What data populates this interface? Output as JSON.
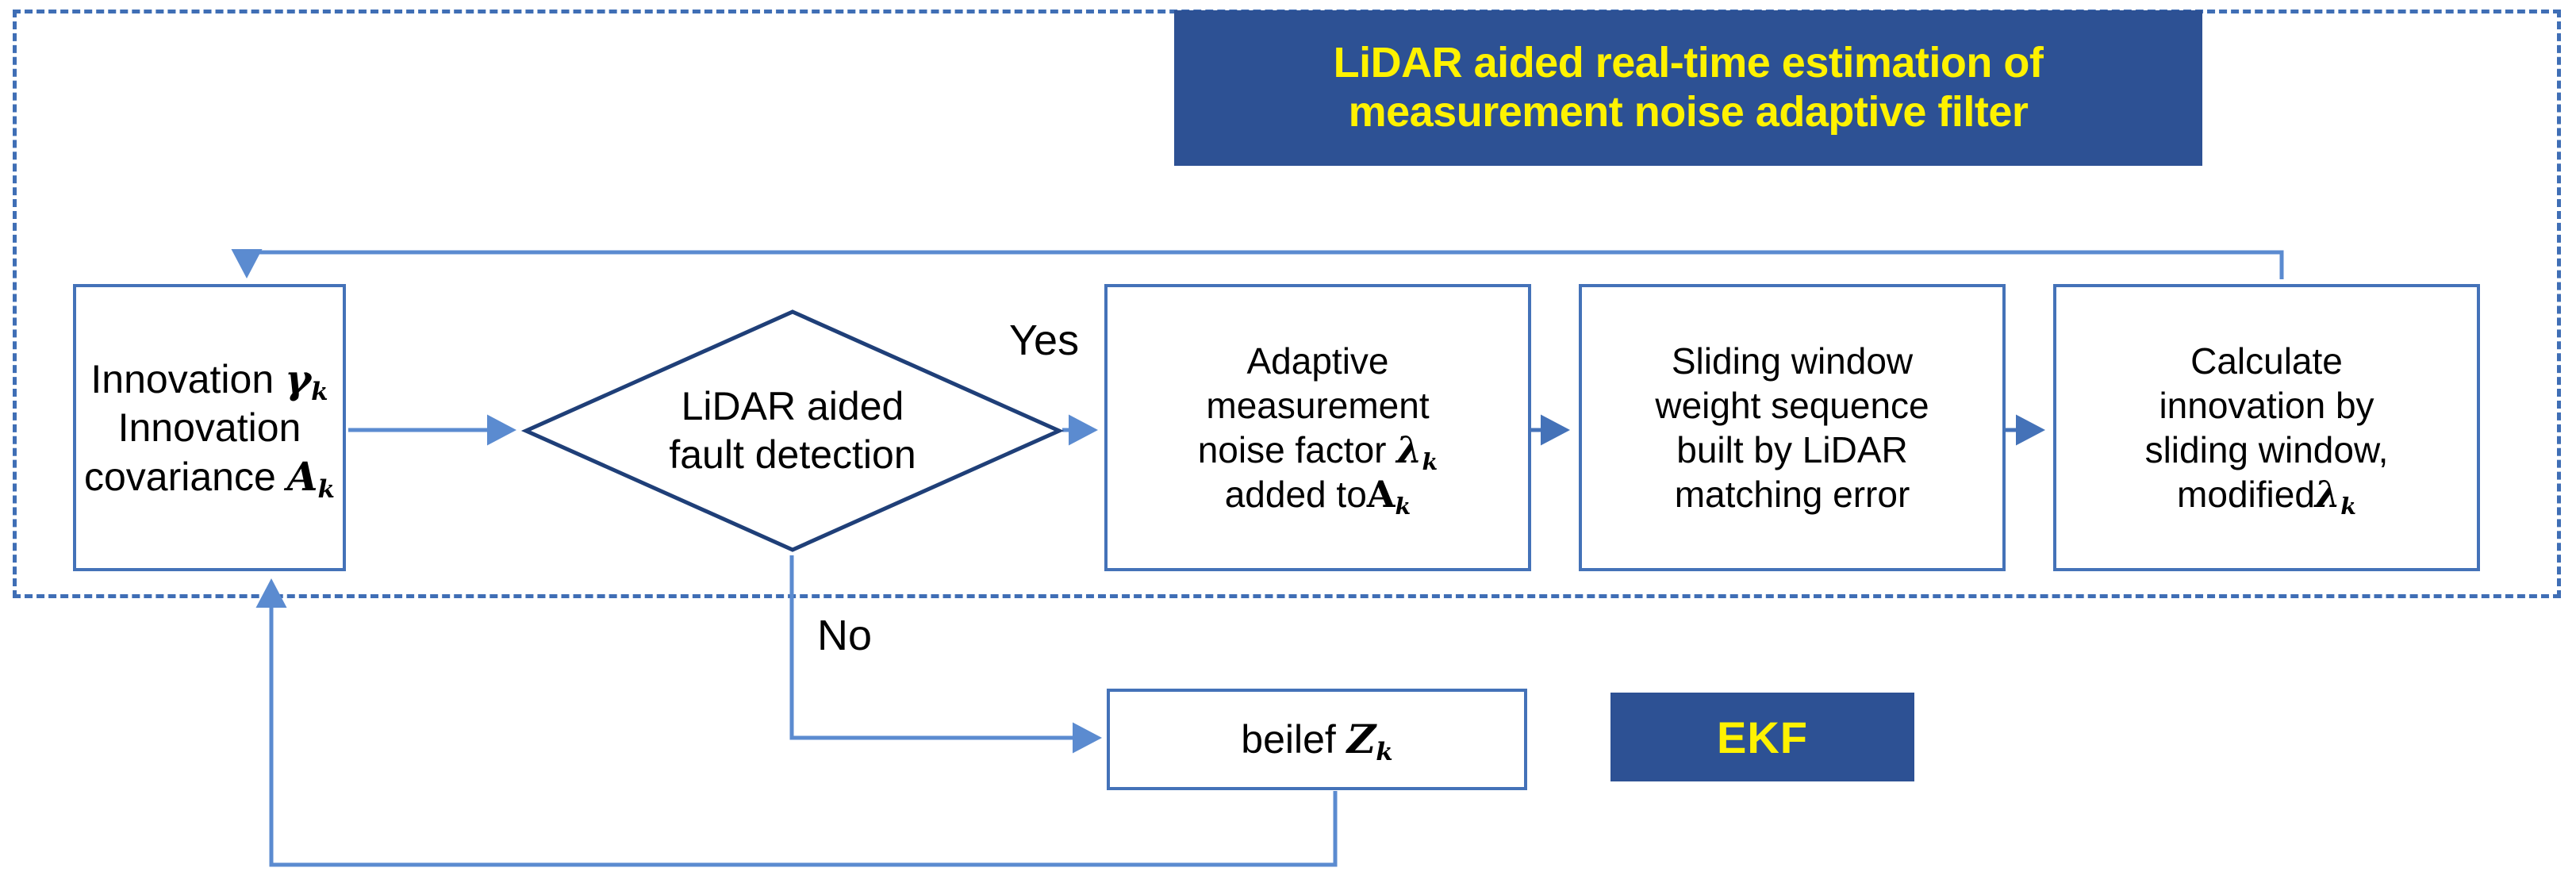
{
  "title_banner": {
    "line1": "LiDAR aided real-time estimation of",
    "line2": "measurement noise adaptive filter",
    "text": "LiDAR aided real-time estimation of\nmeasurement noise adaptive filter",
    "bg_color": "#2D5194",
    "text_color": "#FFF200"
  },
  "ekf_badge": {
    "label": "EKF",
    "bg_color": "#2D5194",
    "text_color": "#FFF200"
  },
  "region": {
    "style": "dashed",
    "border_color": "#3F6EB5"
  },
  "nodes": {
    "innovation": {
      "line1": "Innovation",
      "sym1": "γ",
      "sub1": "k",
      "line2": "Innovation",
      "line3": "covariance",
      "sym3": "A",
      "sub3": "k"
    },
    "decision": {
      "line1": "LiDAR aided",
      "line2": "fault detection"
    },
    "adaptive": {
      "line1": "Adaptive",
      "line2": "measurement",
      "line3": "noise factor",
      "sym3": "λ",
      "sub3": "k",
      "line4": "added to",
      "sym4": "A",
      "sub4": "k"
    },
    "sliding_weight": {
      "line1": "Sliding window",
      "line2": "weight sequence",
      "line3": "built by LiDAR",
      "line4": "matching error"
    },
    "calculate": {
      "line1": "Calculate",
      "line2": "innovation by",
      "line3": "sliding window,",
      "line4": "modified",
      "sym4": "λ",
      "sub4": "k"
    },
    "belief": {
      "line1": "beilef",
      "sym1": "Z",
      "sub1": "k"
    }
  },
  "branch_labels": {
    "yes": "Yes",
    "no": "No"
  },
  "colors": {
    "box_border": "#4472B8",
    "diamond_border": "#1F3F78",
    "arrow": "#4472B8",
    "arrow_light": "#5B8BD0",
    "navy": "#2D5194",
    "yellow": "#FFF200"
  }
}
